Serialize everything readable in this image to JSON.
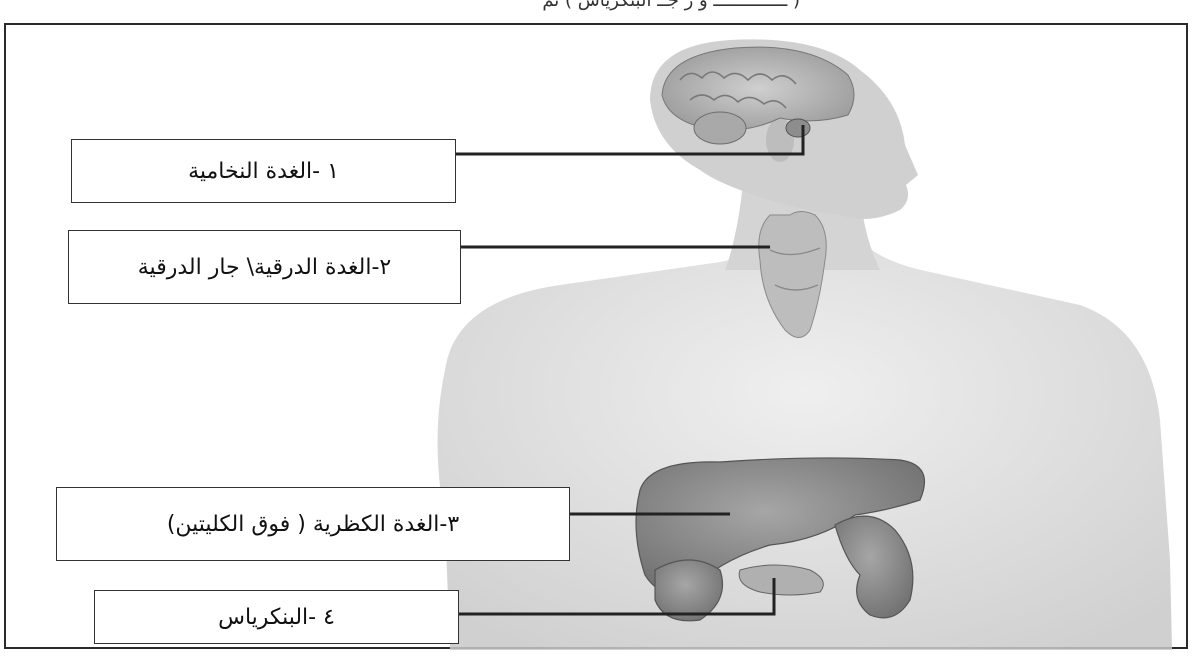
{
  "header": {
    "clipped_text": "( ــــــــــــــ و ر جــ البنكرياس ) ثم"
  },
  "labels": [
    {
      "text": "١ -الغدة النخامية"
    },
    {
      "text": "٢-الغدة الدرقية\\ جار الدرقية"
    },
    {
      "text": "٣-الغدة الكظرية ( فوق الكليتين)"
    },
    {
      "text": "٤ -البنكرياس"
    }
  ],
  "colors": {
    "skin": "#d9d9d9",
    "brain": "#b7b7b7",
    "organ": "#8f8f8f",
    "line": "#222222"
  }
}
